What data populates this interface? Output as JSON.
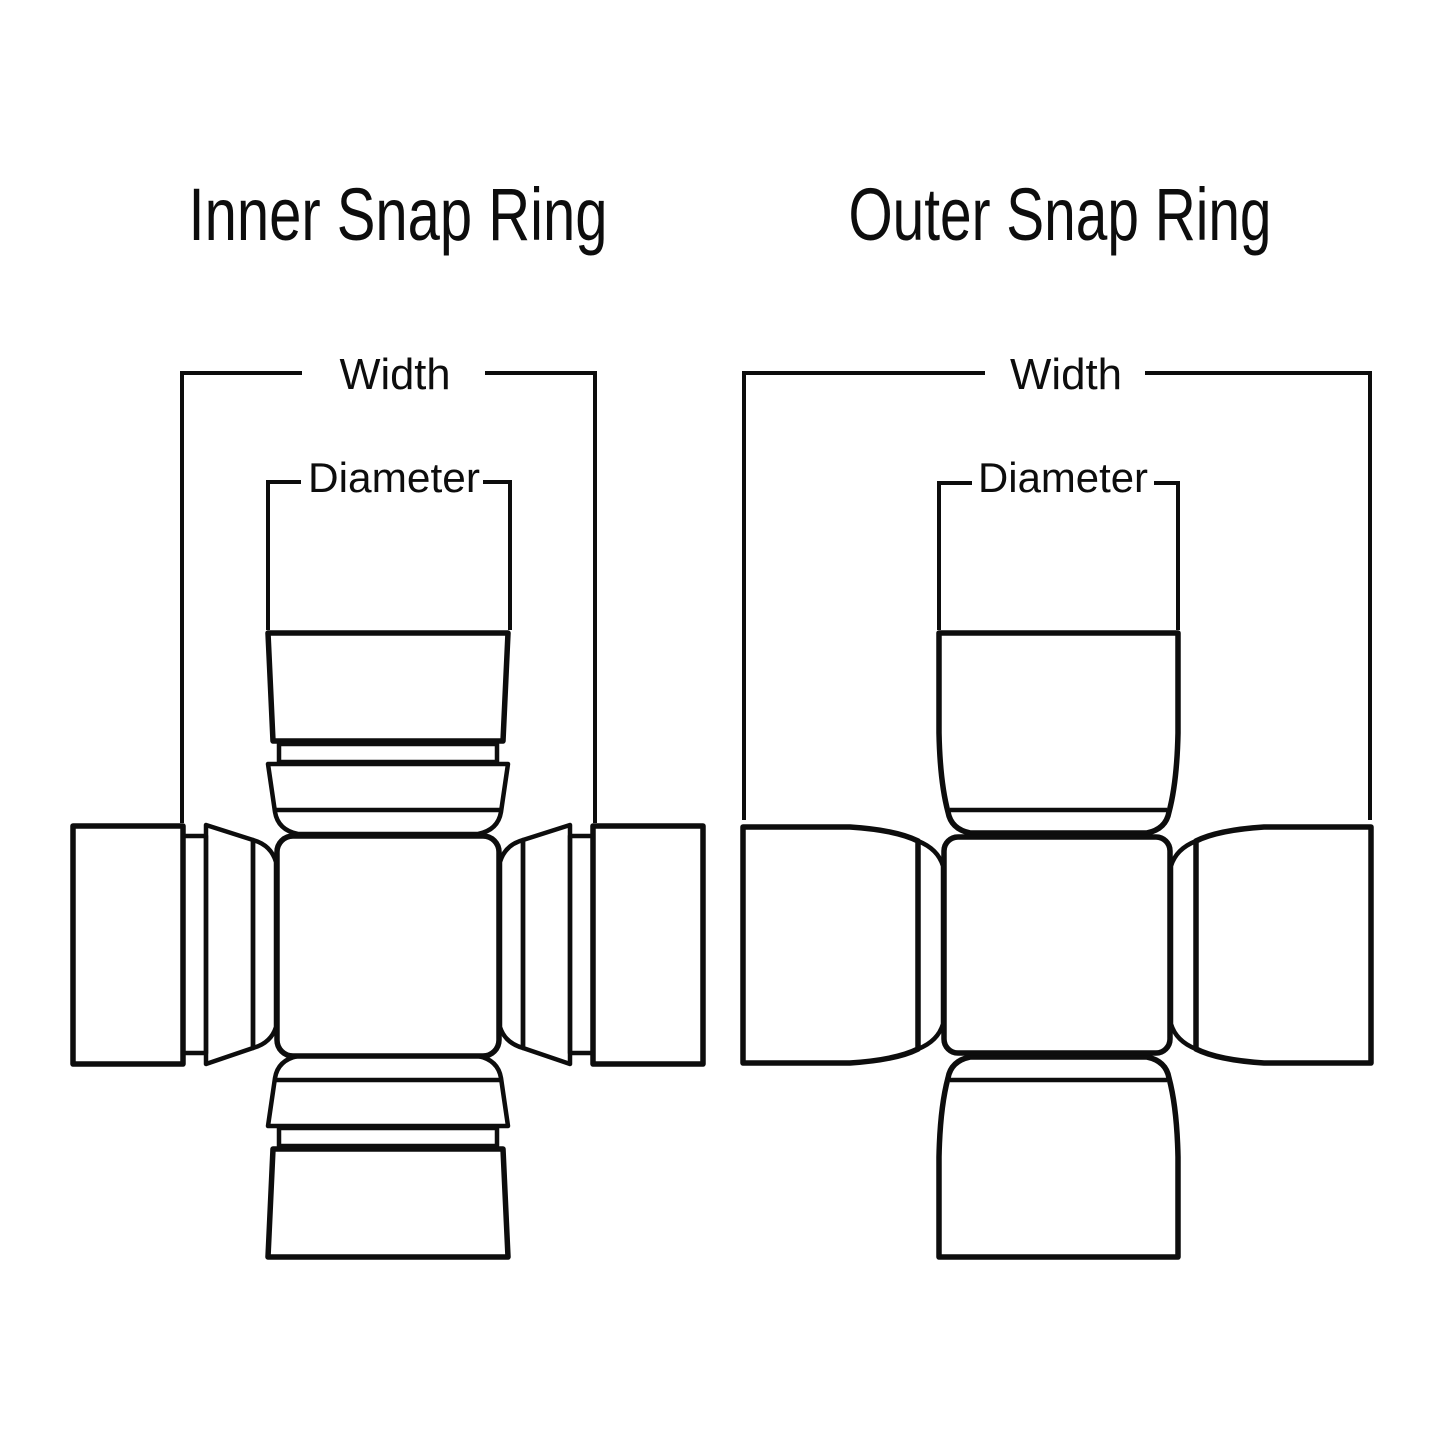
{
  "page": {
    "background_color": "#ffffff",
    "ink_color": "#0d0d0d"
  },
  "diagrams": [
    {
      "title": "Inner Snap Ring",
      "labels": {
        "width": "Width",
        "diameter": "Diameter"
      }
    },
    {
      "title": "Outer Snap Ring",
      "labels": {
        "width": "Width",
        "diameter": "Diameter"
      }
    }
  ]
}
